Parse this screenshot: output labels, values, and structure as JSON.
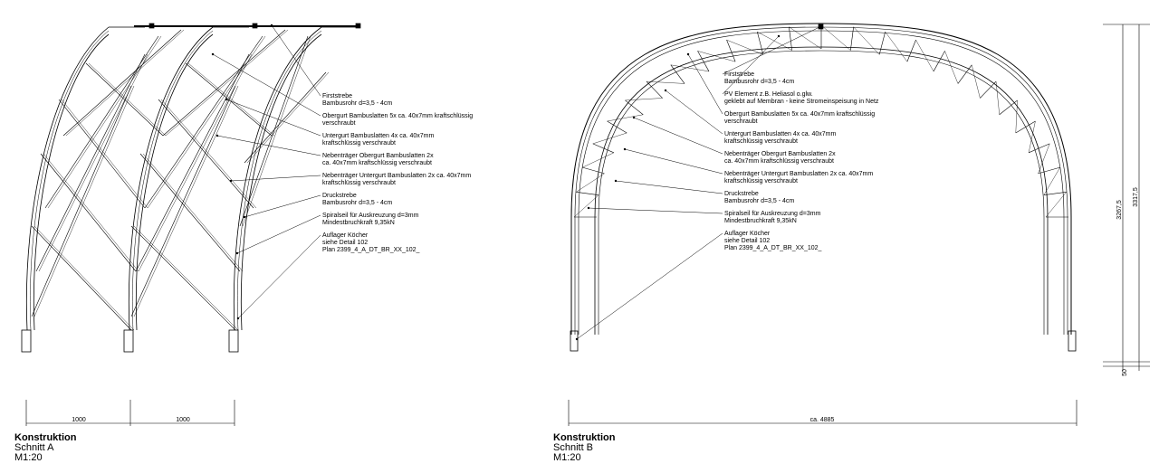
{
  "section_a": {
    "heading": "Konstruktion",
    "name": "Schnitt A",
    "scale": "M1:20",
    "dims": [
      "1000",
      "1000"
    ],
    "labels": [
      [
        "Firststrebe",
        "Bambusrohr d=3,5 - 4cm"
      ],
      [
        "Obergurt Bambuslatten 5x ca. 40x7mm kraftschlüssig",
        "verschraubt"
      ],
      [
        "Untergurt Bambuslatten 4x ca. 40x7mm",
        "kraftschlüssig verschraubt"
      ],
      [
        "Nebenträger Obergurt Bambuslatten 2x",
        "ca. 40x7mm kraftschlüssig verschraubt"
      ],
      [
        "Nebenträger Untergurt Bambuslatten 2x ca. 40x7mm",
        "kraftschlüssig verschraubt"
      ],
      [
        "Druckstrebe",
        "Bambusrohr d=3,5 - 4cm"
      ],
      [
        "Spiralseil für Auskreuzung d=3mm",
        "Mindestbruchkraft 9,35kN"
      ],
      [
        "Auflager Köcher",
        "siehe Detail 102",
        "Plan 2399_4_A_DT_BR_XX_102_"
      ]
    ]
  },
  "section_b": {
    "heading": "Konstruktion",
    "name": "Schnitt B",
    "scale": "M1:20",
    "dim_width": "ca. 4885",
    "dim_heights": [
      "3267,5",
      "3317,5",
      "50"
    ],
    "labels": [
      [
        "Firststrebe",
        "Bambusrohr d=3,5 - 4cm"
      ],
      [
        "PV Element z.B. Heliasol o.glw.",
        "geklebt auf Membran - keine Stromeinspeisung in Netz"
      ],
      [
        "Obergurt Bambuslatten 5x ca. 40x7mm kraftschlüssig",
        "verschraubt"
      ],
      [
        "Untergurt Bambuslatten 4x ca. 40x7mm",
        "kraftschlüssig verschraubt"
      ],
      [
        "Nebenträger Obergurt Bambuslatten 2x",
        "ca. 40x7mm kraftschlüssig verschraubt"
      ],
      [
        "Nebenträger Untergurt Bambuslatten 2x ca. 40x7mm",
        "kraftschlüssig verschraubt"
      ],
      [
        "Druckstrebe",
        "Bambusrohr d=3,5 - 4cm"
      ],
      [
        "Spiralseil für Auskreuzung d=3mm",
        "Mindestbruchkraft 9,35kN"
      ],
      [
        "Auflager Köcher",
        "siehe Detail 102",
        "Plan 2399_4_A_DT_BR_XX_102_"
      ]
    ]
  }
}
